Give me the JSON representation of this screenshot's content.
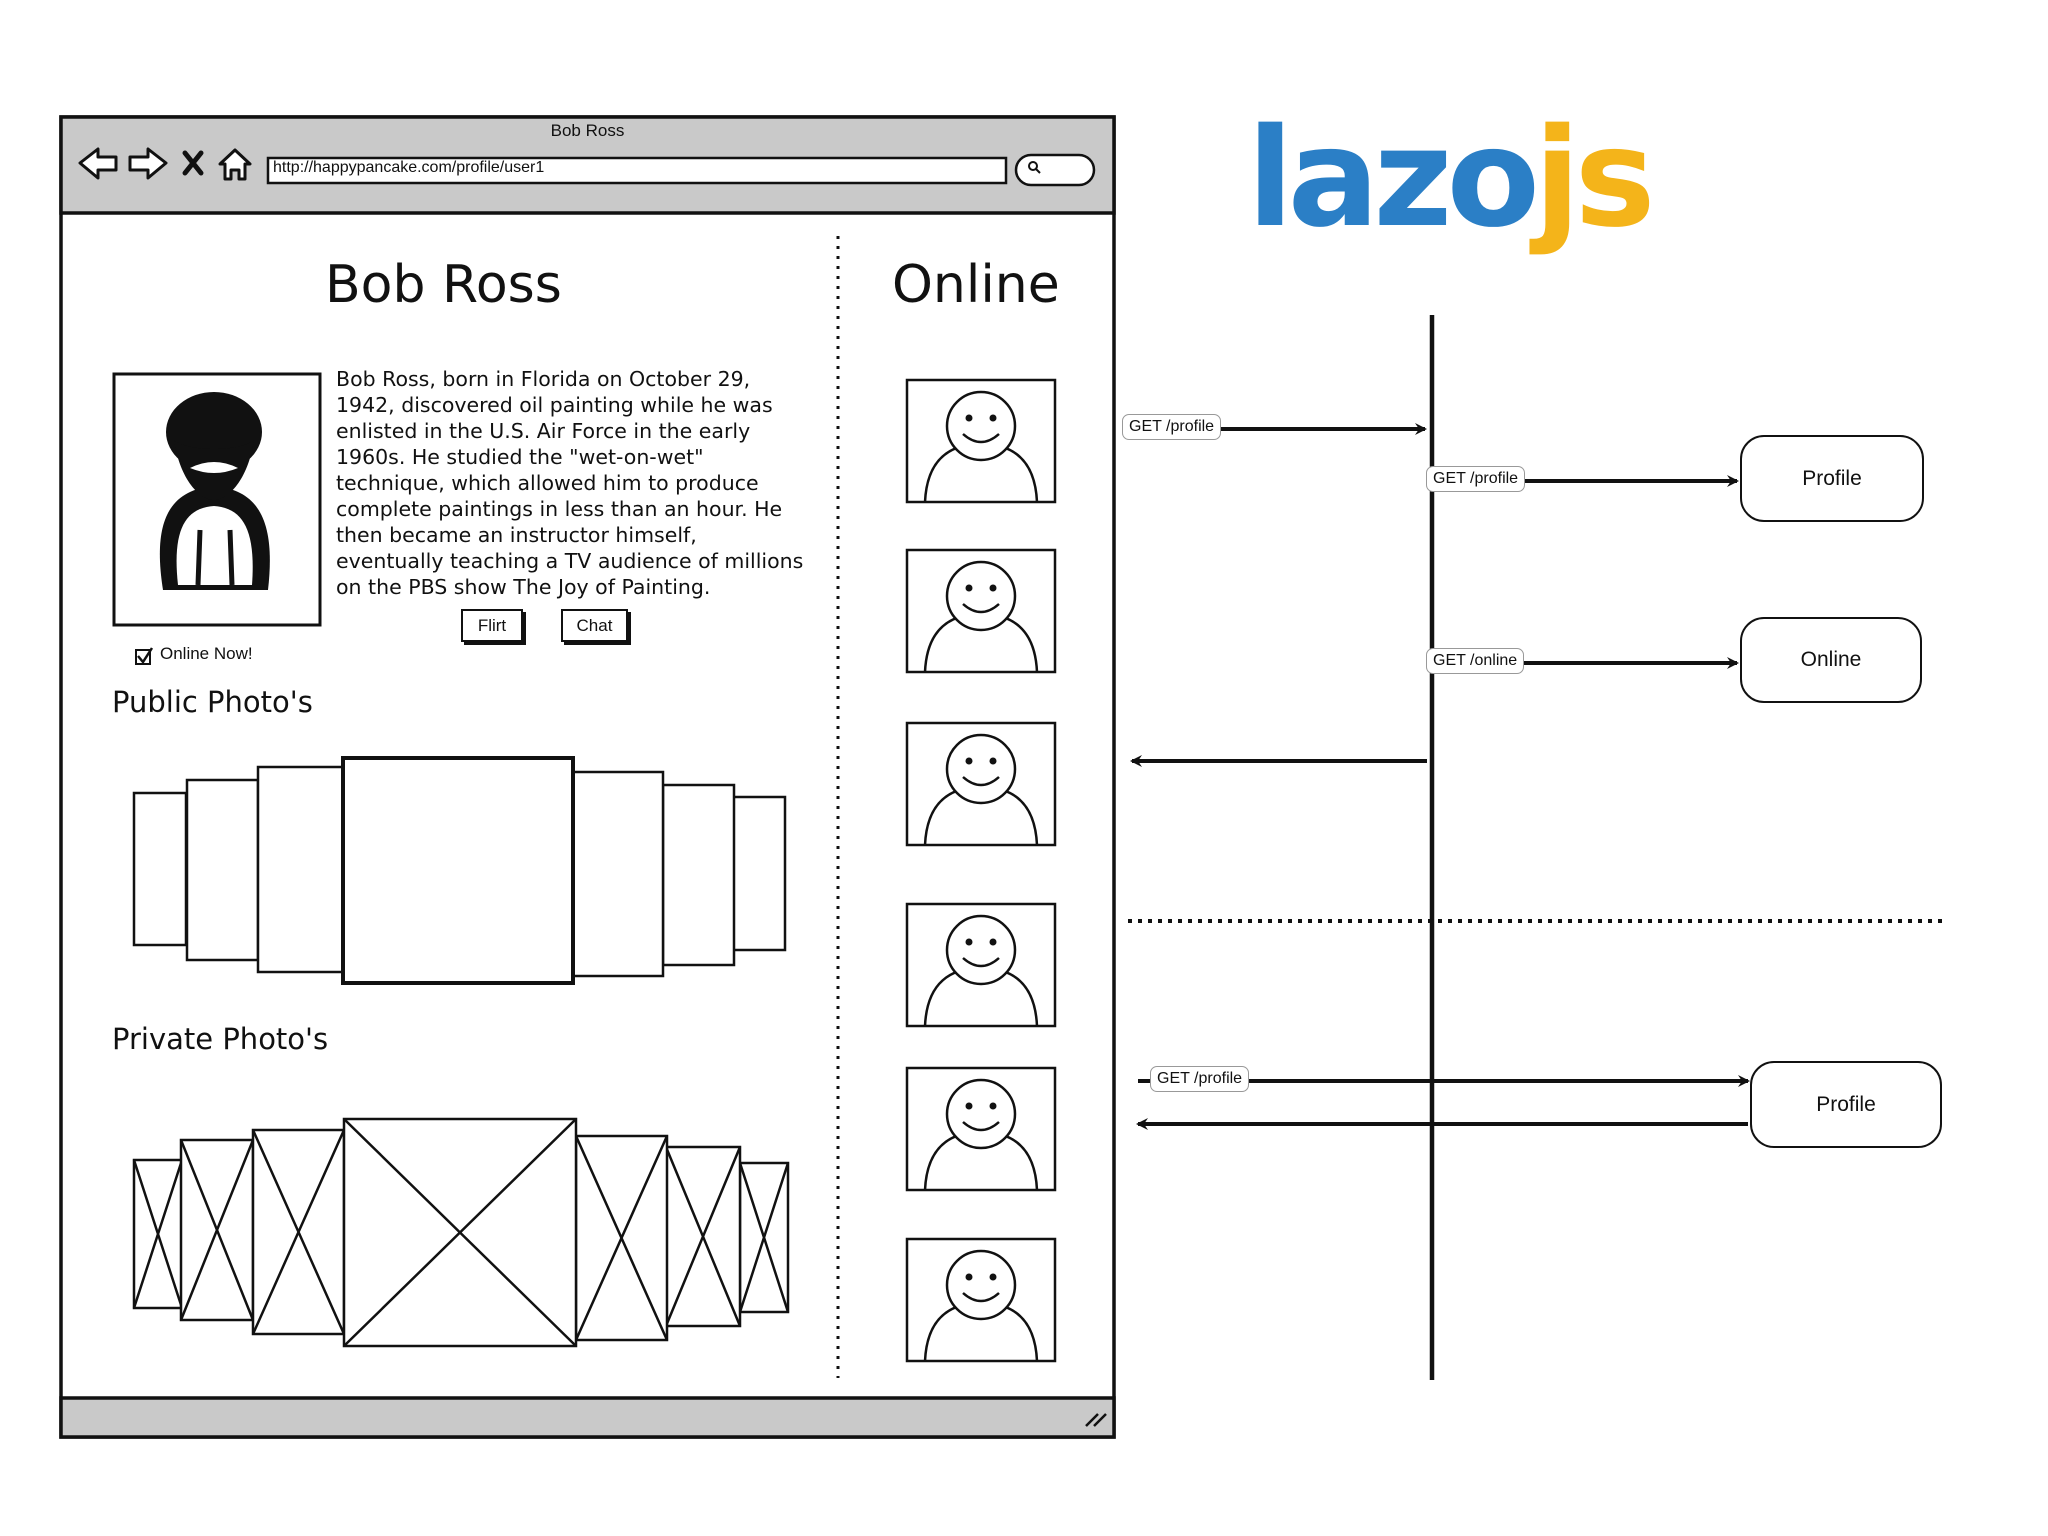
{
  "browser": {
    "title": "Bob Ross",
    "url": "http://happypancake.com/profile/user1"
  },
  "profile": {
    "name": "Bob Ross",
    "bio": "Bob Ross, born in Florida on October 29, 1942, discovered oil painting while he was enlisted in the U.S. Air Force in the early 1960s. He studied the \"wet-on-wet\" technique, which allowed him to produce complete paintings in less than an hour. He then became an instructor himself, eventually teaching a TV audience of millions on the PBS show The Joy of Painting.",
    "flirt_label": "Flirt",
    "chat_label": "Chat",
    "online_now_label": "Online Now!",
    "online_now_checked": true,
    "public_photos_heading": "Public Photo's",
    "private_photos_heading": "Private Photo's"
  },
  "online_panel": {
    "heading": "Online",
    "user_count": 6
  },
  "logo": {
    "part1": "lazo",
    "part2": "js",
    "color1": "#2b7fc6",
    "color2": "#f4b41a"
  },
  "requests": {
    "client_profile": "GET /profile",
    "server_profile": "GET /profile",
    "server_online": "GET /online",
    "client_profile_direct": "GET /profile"
  },
  "services": {
    "profile": "Profile",
    "online": "Online",
    "profile_direct": "Profile"
  },
  "icons": [
    "back-arrow-icon",
    "forward-arrow-icon",
    "stop-x-icon",
    "home-icon",
    "search-icon",
    "checkbox-checked-icon",
    "resize-grip-icon",
    "avatar-placeholder-icon"
  ]
}
